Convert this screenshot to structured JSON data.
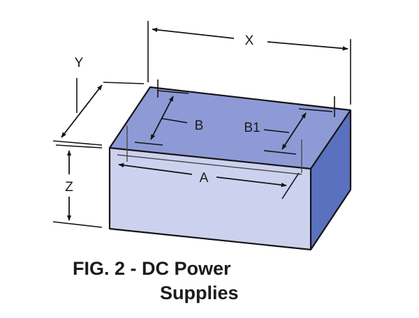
{
  "figure": {
    "caption_line1": "FIG. 2 -  DC Power",
    "caption_line2": "Supplies"
  },
  "dimensions": {
    "x": "X",
    "y": "Y",
    "z": "Z",
    "a": "A",
    "b": "B",
    "b1": "B1"
  },
  "colors": {
    "top_face": "#8d9ad6",
    "front_face": "#ccd2ee",
    "side_face": "#5a71bf",
    "outline": "#141414",
    "inner_line": "#4a4a4a"
  }
}
